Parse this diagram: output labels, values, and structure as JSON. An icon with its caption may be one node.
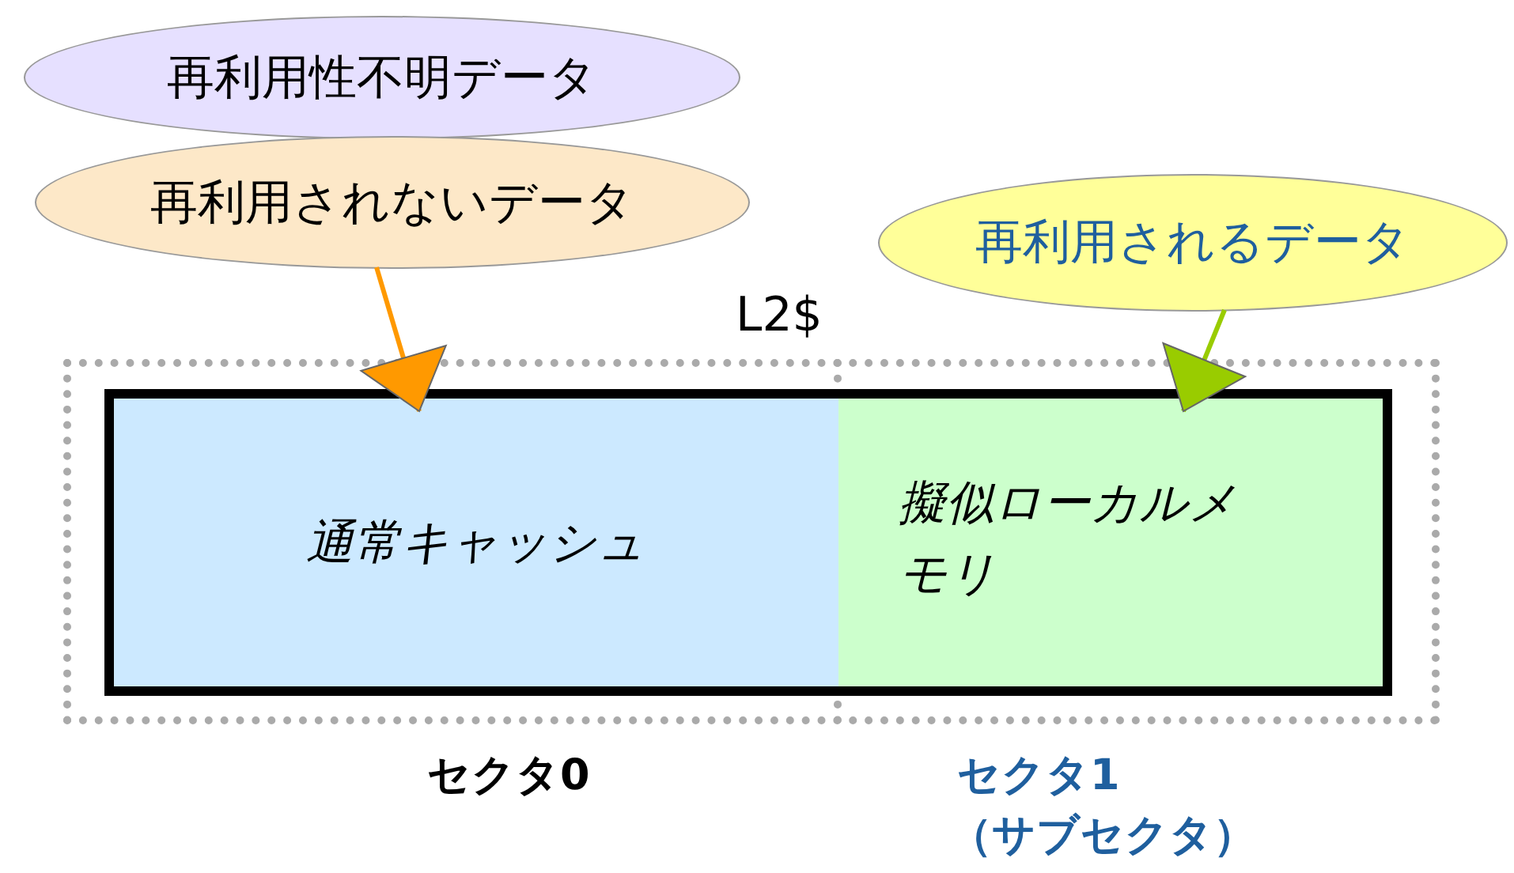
{
  "diagram": {
    "nodes": [
      {
        "text": [
          "再利用性不明データ"
        ]
      },
      {
        "text": [
          "再利用されないデータ"
        ]
      },
      {
        "text": [
          "再利用されるデータ"
        ]
      },
      {
        "text": [
          "L2$"
        ]
      },
      {
        "text": [
          "通常キャッシュ"
        ],
        "in": 3
      },
      {
        "text": [
          "擬似ローカルメモリ"
        ],
        "in": 3
      }
    ],
    "edges": [
      {
        "from": 1,
        "to": 4,
        "arrow": "to",
        "color": "#ff9900"
      },
      {
        "from": 2,
        "to": 5,
        "arrow": "to",
        "color": "#99cc00"
      }
    ],
    "labels": [
      "セクタ0",
      "セクタ1",
      "（サブセクタ）"
    ]
  }
}
